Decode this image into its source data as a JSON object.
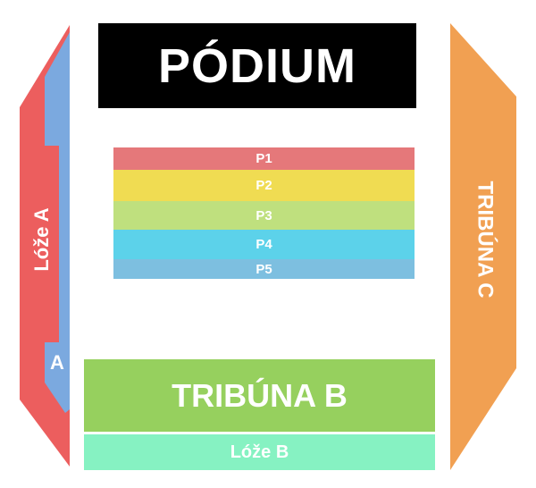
{
  "podium": {
    "label": "PÓDIUM",
    "color": "#000000"
  },
  "rows": [
    {
      "label": "P1",
      "color": "#E5787A"
    },
    {
      "label": "P2",
      "color": "#F0DC52"
    },
    {
      "label": "P3",
      "color": "#BFE07E"
    },
    {
      "label": "P4",
      "color": "#5CD2EA"
    },
    {
      "label": "P5",
      "color": "#7DBFE0"
    }
  ],
  "tribuna_b": {
    "label": "TRIBÚNA B",
    "color": "#96D05E"
  },
  "loze_b": {
    "label": "Lóže B",
    "color": "#86F2C2"
  },
  "tribuna_c": {
    "label": "TRIBÚNA C",
    "color": "#F1A052"
  },
  "loze_a": {
    "label": "Lóže A",
    "color": "#EC5E5E"
  },
  "section_a": {
    "label": "A",
    "color": "#7BA9DF"
  }
}
